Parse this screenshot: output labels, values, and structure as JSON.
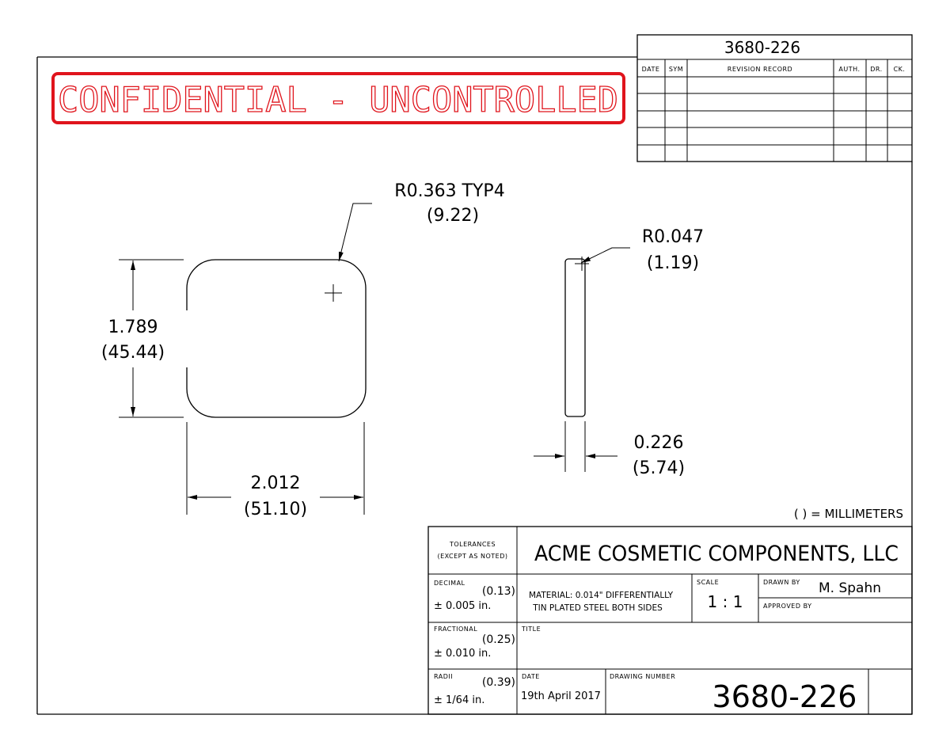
{
  "stamp": "CONFIDENTIAL - UNCONTROLLED",
  "revision_block": {
    "number": "3680-226",
    "headers": [
      "DATE",
      "SYM",
      "REVISION RECORD",
      "AUTH.",
      "DR.",
      "CK."
    ]
  },
  "dimensions": {
    "corner_radius": "R0.363 TYP4",
    "corner_radius_mm": "(9.22)",
    "height": "1.789",
    "height_mm": "(45.44)",
    "width": "2.012",
    "width_mm": "(51.10)",
    "edge_radius": "R0.047",
    "edge_radius_mm": "(1.19)",
    "thickness": "0.226",
    "thickness_mm": "(5.74)"
  },
  "units_note": "( ) = MILLIMETERS",
  "title_block": {
    "tolerances_label": "TOLERANCES",
    "tolerances_sub": "(EXCEPT AS NOTED)",
    "company": "ACME COSMETIC COMPONENTS, LLC",
    "decimal_label": "DECIMAL",
    "decimal_mm": "(0.13)",
    "decimal_value": "± 0.005 in.",
    "material_line1": "MATERIAL: 0.014\" DIFFERENTIALLY",
    "material_line2": "TIN PLATED STEEL BOTH SIDES",
    "scale_label": "SCALE",
    "scale_value": "1 : 1",
    "drawn_by_label": "DRAWN BY",
    "drawn_by_value": "M. Spahn",
    "approved_by_label": "APPROVED BY",
    "fractional_label": "FRACTIONAL",
    "fractional_mm": "(0.25)",
    "fractional_value": "± 0.010 in.",
    "title_label": "TITLE",
    "radii_label": "RADII",
    "radii_mm": "(0.39)",
    "radii_value": "± 1/64 in.",
    "date_label": "DATE",
    "date_value": "19th April 2017",
    "drawing_number_label": "DRAWING NUMBER",
    "drawing_number_value": "3680-226"
  }
}
